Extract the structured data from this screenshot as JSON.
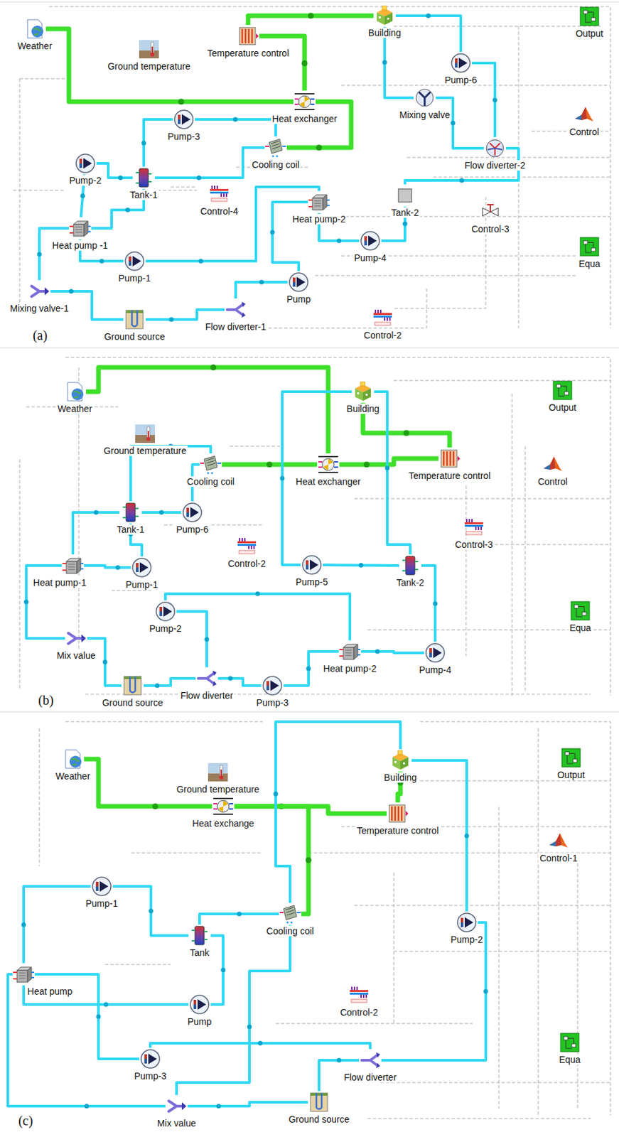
{
  "diagram": {
    "nodes": [
      {
        "text": [
          "Weather"
        ]
      },
      {
        "text": [
          "Temperature control"
        ]
      },
      {
        "text": [
          "Building"
        ]
      },
      {
        "text": [
          "Output"
        ]
      },
      {
        "text": [
          "Ground temperature"
        ]
      },
      {
        "text": [
          "Heat exchanger"
        ]
      },
      {
        "text": [
          "Pump-6"
        ]
      },
      {
        "text": [
          "Mixing valve"
        ]
      },
      {
        "text": [
          "Control"
        ]
      },
      {
        "text": [
          "Pump-3"
        ]
      },
      {
        "text": [
          "Cooling coil"
        ]
      },
      {
        "text": [
          "Flow diverter-2"
        ]
      },
      {
        "text": [
          "Pump-2"
        ]
      },
      {
        "text": [
          "Tank-1"
        ]
      },
      {
        "text": [
          "Control-4"
        ]
      },
      {
        "text": [
          "Heat pump-2"
        ]
      },
      {
        "text": [
          "Tank-2"
        ]
      },
      {
        "text": [
          "Control-3"
        ]
      },
      {
        "text": [
          "Heat pump -1"
        ]
      },
      {
        "text": [
          "Pump-4"
        ]
      },
      {
        "text": [
          "Equa"
        ]
      },
      {
        "text": [
          "Pump-1"
        ]
      },
      {
        "text": [
          "Pump"
        ]
      },
      {
        "text": [
          "Mixing valve-1"
        ]
      },
      {
        "text": [
          "Flow diverter-1"
        ]
      },
      {
        "text": [
          "Ground source"
        ]
      },
      {
        "text": [
          "Control-2"
        ]
      },
      {
        "text": [
          "Weather"
        ]
      },
      {
        "text": [
          "Building"
        ]
      },
      {
        "text": [
          "Output"
        ]
      },
      {
        "text": [
          "Ground temperature"
        ]
      },
      {
        "text": [
          "Cooling coil"
        ]
      },
      {
        "text": [
          "Heat exchanger"
        ]
      },
      {
        "text": [
          "Temperature control"
        ]
      },
      {
        "text": [
          "Control"
        ]
      },
      {
        "text": [
          "Tank-1"
        ]
      },
      {
        "text": [
          "Pump-6"
        ]
      },
      {
        "text": [
          "Control-3"
        ]
      },
      {
        "text": [
          "Control-2"
        ]
      },
      {
        "text": [
          "Heat pump-1"
        ]
      },
      {
        "text": [
          "Pump-1"
        ]
      },
      {
        "text": [
          "Pump-5"
        ]
      },
      {
        "text": [
          "Tank-2"
        ]
      },
      {
        "text": [
          "Pump-2"
        ]
      },
      {
        "text": [
          "Equa"
        ]
      },
      {
        "text": [
          "Mix value"
        ]
      },
      {
        "text": [
          "Heat pump-2"
        ]
      },
      {
        "text": [
          "Pump-4"
        ]
      },
      {
        "text": [
          "Flow diverter"
        ]
      },
      {
        "text": [
          "Ground source"
        ]
      },
      {
        "text": [
          "Pump-3"
        ]
      },
      {
        "text": [
          "Weather"
        ]
      },
      {
        "text": [
          "Ground temperature"
        ]
      },
      {
        "text": [
          "Building"
        ]
      },
      {
        "text": [
          "Output"
        ]
      },
      {
        "text": [
          "Heat exchange"
        ]
      },
      {
        "text": [
          "Temperature control"
        ]
      },
      {
        "text": [
          "Control-1"
        ]
      },
      {
        "text": [
          "Pump-1"
        ]
      },
      {
        "text": [
          "Cooling coil"
        ]
      },
      {
        "text": [
          "Tank"
        ]
      },
      {
        "text": [
          "Pump-2"
        ]
      },
      {
        "text": [
          "Heat pump"
        ]
      },
      {
        "text": [
          "Pump"
        ]
      },
      {
        "text": [
          "Control-2"
        ]
      },
      {
        "text": [
          "Equa"
        ]
      },
      {
        "text": [
          "Pump-3"
        ]
      },
      {
        "text": [
          "Flow diverter"
        ]
      },
      {
        "text": [
          "Mix value"
        ]
      },
      {
        "text": [
          "Ground source"
        ]
      }
    ],
    "edges": [
      {
        "from": 0,
        "to": 5,
        "arrow": "none"
      },
      {
        "from": 5,
        "to": 1,
        "arrow": "none"
      },
      {
        "from": 1,
        "to": 2,
        "arrow": "none"
      },
      {
        "from": 5,
        "to": 10,
        "arrow": "none"
      },
      {
        "from": 2,
        "to": 6,
        "arrow": "none"
      },
      {
        "from": 6,
        "to": 11,
        "arrow": "none"
      },
      {
        "from": 11,
        "to": 7,
        "arrow": "none"
      },
      {
        "from": 7,
        "to": 2,
        "arrow": "none"
      },
      {
        "from": 11,
        "to": 16,
        "arrow": "none"
      },
      {
        "from": 16,
        "to": 19,
        "arrow": "none"
      },
      {
        "from": 19,
        "to": 15,
        "arrow": "none"
      },
      {
        "from": 15,
        "to": 22,
        "arrow": "none"
      },
      {
        "from": 22,
        "to": 24,
        "arrow": "none"
      },
      {
        "from": 24,
        "to": 25,
        "arrow": "none"
      },
      {
        "from": 25,
        "to": 23,
        "arrow": "none"
      },
      {
        "from": 23,
        "to": 18,
        "arrow": "none"
      },
      {
        "from": 18,
        "to": 21,
        "arrow": "none"
      },
      {
        "from": 21,
        "to": 15,
        "arrow": "none"
      },
      {
        "from": 18,
        "to": 12,
        "arrow": "none"
      },
      {
        "from": 12,
        "to": 13,
        "arrow": "none"
      },
      {
        "from": 13,
        "to": 9,
        "arrow": "none"
      },
      {
        "from": 9,
        "to": 10,
        "arrow": "none"
      },
      {
        "from": 10,
        "to": 13,
        "arrow": "none"
      },
      {
        "from": 13,
        "to": 18,
        "arrow": "none"
      },
      {
        "from": 27,
        "to": 32,
        "arrow": "none"
      },
      {
        "from": 28,
        "to": 33,
        "arrow": "none"
      },
      {
        "from": 33,
        "to": 32,
        "arrow": "none"
      },
      {
        "from": 32,
        "to": 31,
        "arrow": "none"
      },
      {
        "from": 28,
        "to": 41,
        "arrow": "none"
      },
      {
        "from": 41,
        "to": 42,
        "arrow": "none"
      },
      {
        "from": 42,
        "to": 28,
        "arrow": "none"
      },
      {
        "from": 42,
        "to": 47,
        "arrow": "none"
      },
      {
        "from": 47,
        "to": 46,
        "arrow": "none"
      },
      {
        "from": 46,
        "to": 50,
        "arrow": "none"
      },
      {
        "from": 50,
        "to": 48,
        "arrow": "none"
      },
      {
        "from": 48,
        "to": 49,
        "arrow": "none"
      },
      {
        "from": 49,
        "to": 45,
        "arrow": "none"
      },
      {
        "from": 45,
        "to": 39,
        "arrow": "none"
      },
      {
        "from": 39,
        "to": 35,
        "arrow": "none"
      },
      {
        "from": 35,
        "to": 31,
        "arrow": "none"
      },
      {
        "from": 31,
        "to": 36,
        "arrow": "none"
      },
      {
        "from": 36,
        "to": 35,
        "arrow": "none"
      },
      {
        "from": 35,
        "to": 40,
        "arrow": "none"
      },
      {
        "from": 40,
        "to": 39,
        "arrow": "none"
      },
      {
        "from": 48,
        "to": 43,
        "arrow": "none"
      },
      {
        "from": 43,
        "to": 46,
        "arrow": "none"
      },
      {
        "from": 51,
        "to": 55,
        "arrow": "none"
      },
      {
        "from": 55,
        "to": 56,
        "arrow": "none"
      },
      {
        "from": 56,
        "to": 53,
        "arrow": "none"
      },
      {
        "from": 55,
        "to": 59,
        "arrow": "none"
      },
      {
        "from": 53,
        "to": 61,
        "arrow": "none"
      },
      {
        "from": 61,
        "to": 67,
        "arrow": "none"
      },
      {
        "from": 67,
        "to": 66,
        "arrow": "none"
      },
      {
        "from": 66,
        "to": 62,
        "arrow": "none"
      },
      {
        "from": 62,
        "to": 58,
        "arrow": "none"
      },
      {
        "from": 58,
        "to": 60,
        "arrow": "none"
      },
      {
        "from": 60,
        "to": 59,
        "arrow": "none"
      },
      {
        "from": 59,
        "to": 53,
        "arrow": "none"
      },
      {
        "from": 60,
        "to": 63,
        "arrow": "none"
      },
      {
        "from": 63,
        "to": 62,
        "arrow": "none"
      },
      {
        "from": 62,
        "to": 68,
        "arrow": "none"
      },
      {
        "from": 68,
        "to": 69,
        "arrow": "none"
      },
      {
        "from": 69,
        "to": 67,
        "arrow": "none"
      },
      {
        "from": 68,
        "to": 59,
        "arrow": "none"
      }
    ],
    "labels": [
      "(a)",
      "(b)",
      "(c)"
    ]
  }
}
